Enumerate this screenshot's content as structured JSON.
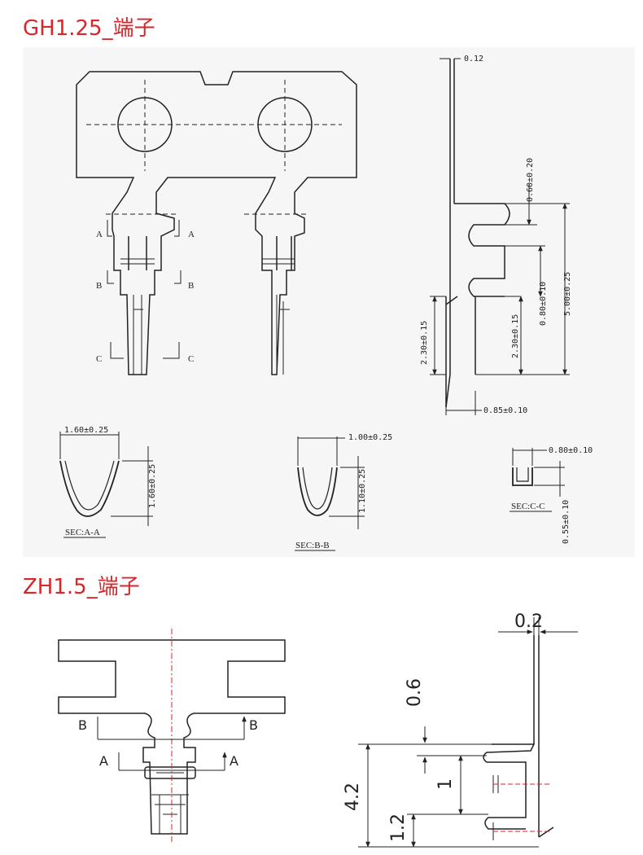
{
  "gh": {
    "title": "GH1.25_端子",
    "labels": {
      "a": "A",
      "b": "B",
      "c": "C"
    },
    "dims": {
      "t012": "0.12",
      "d060": "0.60±0.20",
      "d500": "5.00±0.25",
      "d080": "0.80±0.10",
      "d230a": "2.30±0.15",
      "d230b": "2.30±0.15",
      "d085": "0.85±0.10",
      "sa_w": "1.60±0.25",
      "sa_h": "1.60±0.25",
      "sb_w": "1.00±0.25",
      "sb_h": "1.10±0.25",
      "sc_w": "0.80±0.10",
      "sc_h": "0.55±0.10"
    },
    "sections": {
      "aa": "SEC:A-A",
      "bb": "SEC:B-B",
      "cc": "SEC:C-C"
    }
  },
  "zh": {
    "title": "ZH1.5_端子",
    "labels": {
      "a": "A",
      "b": "B"
    },
    "dims": {
      "t02": "0.2",
      "d06": "0.6",
      "d42": "4.2",
      "d1": "1",
      "d12": "1.2"
    }
  },
  "colors": {
    "title": "#d8262b",
    "line": "#222222",
    "center": "#d8262b"
  }
}
